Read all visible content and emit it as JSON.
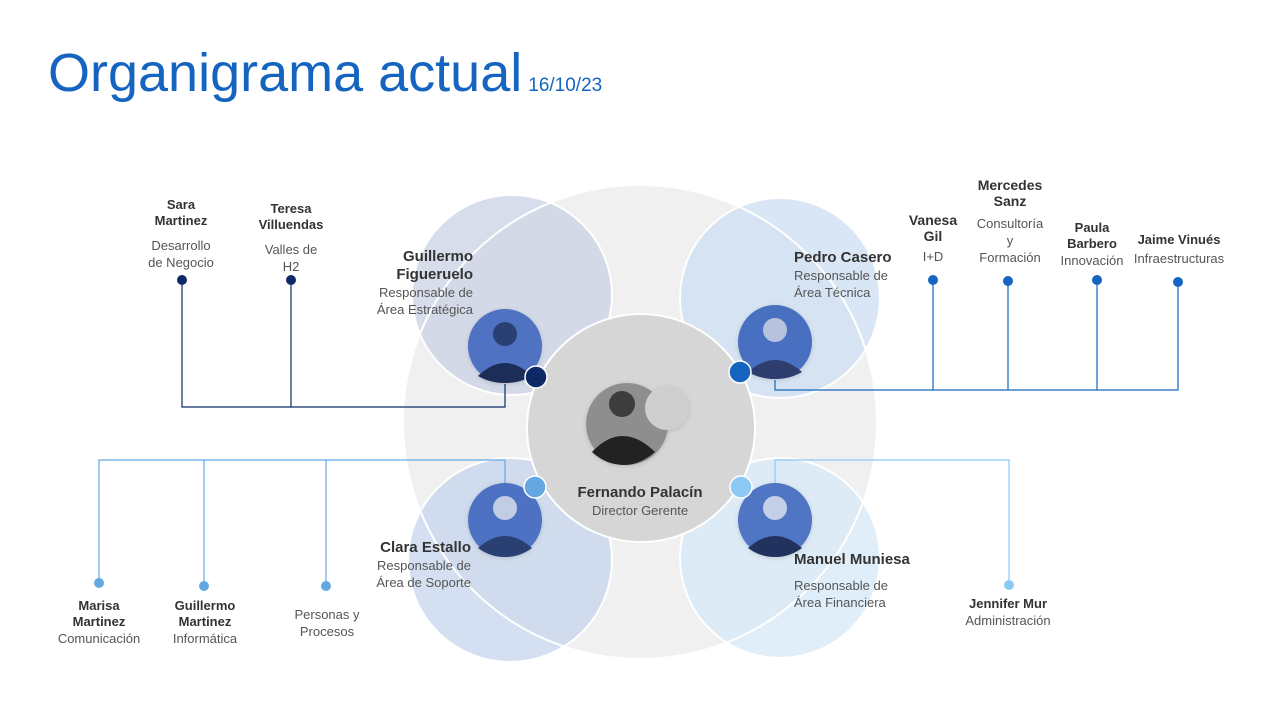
{
  "title": "Organigrama actual",
  "date": "16/10/23",
  "center": {
    "name": "Fernando Palacín",
    "role": "Director Gerente"
  },
  "leads": {
    "strategic": {
      "name_1": "Guillermo",
      "name_2": "Figueruelo",
      "role_1": "Responsable de",
      "role_2": "Área Estratégica",
      "color": "#0d2a66"
    },
    "technical": {
      "name": "Pedro Casero",
      "role_1": "Responsable de",
      "role_2": "Área Técnica",
      "color": "#1565c0"
    },
    "support": {
      "name": "Clara Estallo",
      "role_1": "Responsable de",
      "role_2": "Área de Soporte",
      "color": "#64a8e3"
    },
    "financial": {
      "name": "Manuel Muniesa",
      "role_1": "Responsable de",
      "role_2": "Área Financiera",
      "color": "#8ccaf5"
    }
  },
  "members": {
    "sara": {
      "name_1": "Sara",
      "name_2": "Martinez",
      "role_1": "Desarrollo",
      "role_2": "de Negocio"
    },
    "teresa": {
      "name_1": "Teresa",
      "name_2": "Villuendas",
      "role_1": "Valles de",
      "role_2": "H2"
    },
    "vanesa": {
      "name_1": "Vanesa",
      "name_2": "Gil",
      "role": "I+D"
    },
    "mercedes": {
      "name_1": "Mercedes",
      "name_2": "Sanz",
      "role_1": "Consultoría",
      "role_2": "y",
      "role_3": "Formación"
    },
    "paula": {
      "name_1": "Paula",
      "name_2": "Barbero",
      "role": "Innovación"
    },
    "jaime": {
      "name": "Jaime Vinués",
      "role": "Infraestructuras"
    },
    "marisa": {
      "name_1": "Marisa",
      "name_2": "Martinez",
      "role": "Comunicación"
    },
    "guillermo_m": {
      "name_1": "Guillermo",
      "name_2": "Martinez",
      "role": "Informática"
    },
    "personas": {
      "role_1": "Personas y",
      "role_2": "Procesos"
    },
    "jennifer": {
      "name": "Jennifer Mur",
      "role": "Administración"
    }
  },
  "colors": {
    "title": "#1565c0",
    "line_dark": "#0d2a66",
    "line_mid": "#1565c0",
    "line_light": "#64a8e3",
    "line_pale": "#8ccaf5"
  }
}
